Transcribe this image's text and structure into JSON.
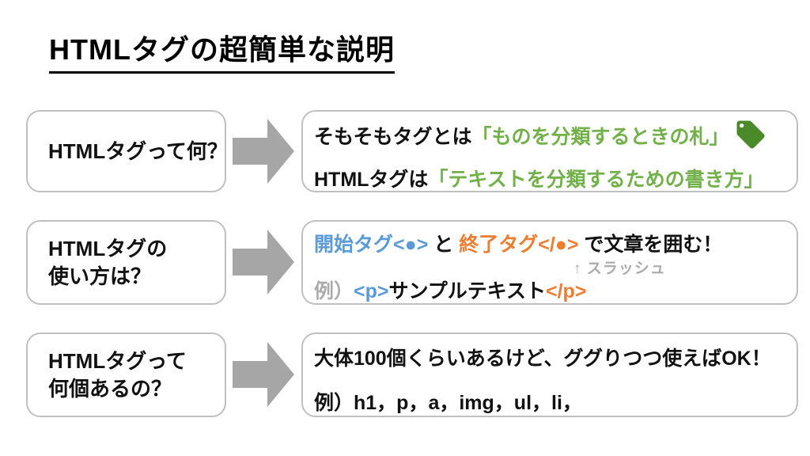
{
  "title": "HTMLタグの超簡単な説明",
  "colors": {
    "text": "#111111",
    "green": "#72B04A",
    "green_dark": "#4B8A28",
    "blue": "#5B9BD5",
    "orange": "#ED7D31",
    "gray": "#ABABAB",
    "arrow": "#A6A6A6",
    "border": "#C0C0C0",
    "bg": "#FFFFFF"
  },
  "rows": [
    {
      "question": {
        "lines": [
          "HTMLタグって何？"
        ]
      },
      "answer": {
        "line1": {
          "pre": "そもそもタグとは",
          "highlight": "「ものを分類するときの札」",
          "icon": "tag-icon"
        },
        "line2": {
          "pre": "HTMLタグは",
          "highlight": "「テキストを分類するための書き方」"
        }
      }
    },
    {
      "question": {
        "lines": [
          "HTMLタグの",
          "使い方は？"
        ]
      },
      "answer": {
        "line1": {
          "open_tag": "開始タグ<●>",
          "conjunction": " と ",
          "close_tag": "終了タグ</●>",
          "rest": " で文章を囲む！"
        },
        "annotation": "↑ スラッシュ",
        "line2": {
          "example_label": "例）",
          "open": "<p>",
          "body": "サンプルテキスト",
          "close": "</p>"
        }
      }
    },
    {
      "question": {
        "lines": [
          "HTMLタグって",
          "何個あるの？"
        ]
      },
      "answer": {
        "line1": "大体100個くらいあるけど、ググりつつ使えばOK！",
        "line2": "例）h1，p，a，img，ul，li，"
      }
    }
  ]
}
